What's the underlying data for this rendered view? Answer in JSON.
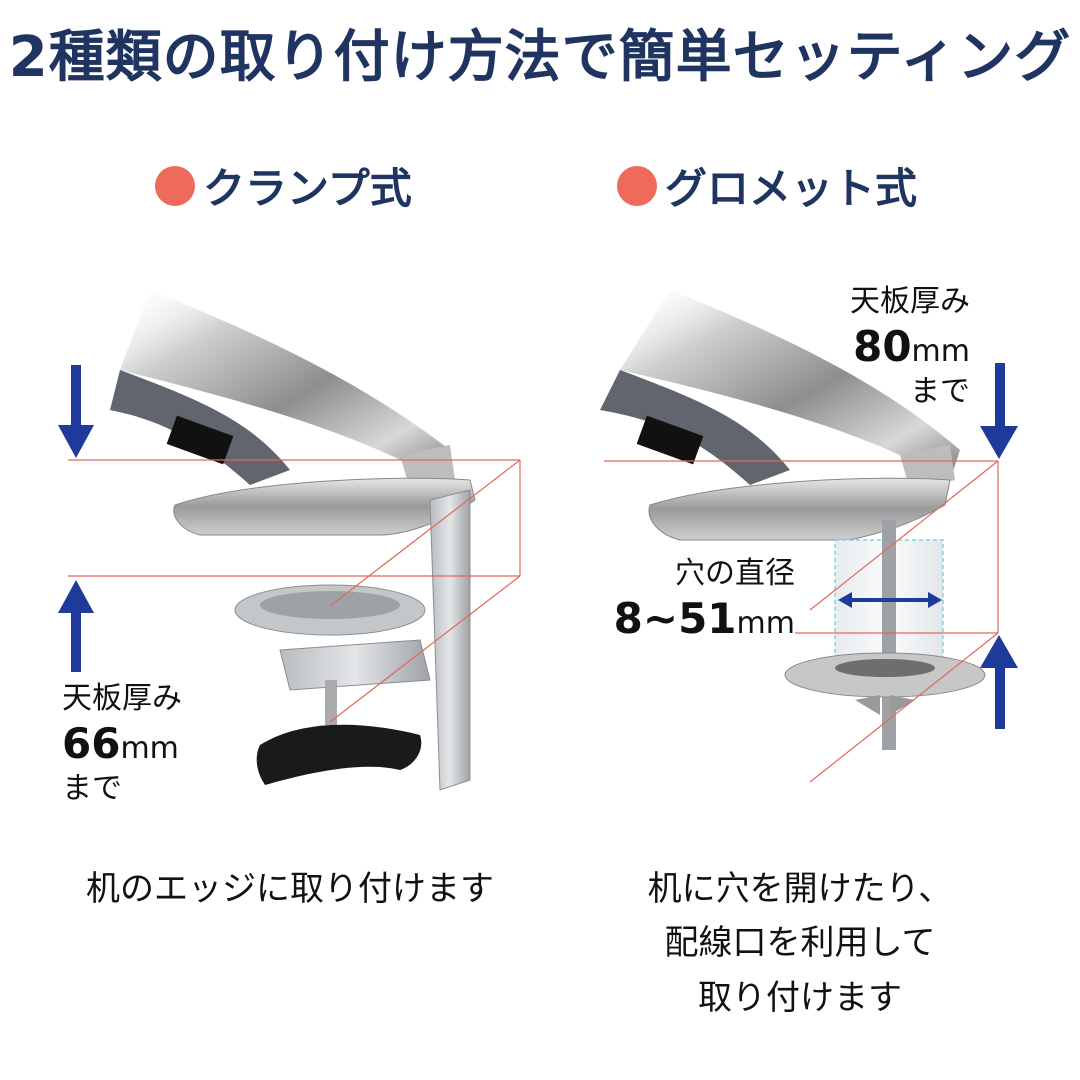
{
  "title": "2種類の取り付け方法で簡単セッティング",
  "colors": {
    "title": "#1f3461",
    "dot": "#ee6a5a",
    "arrow": "#1e3a9a",
    "guide_line": "#e2675a"
  },
  "clamp": {
    "heading": "クランプ式",
    "thickness_label": "天板厚み",
    "thickness_value": "66",
    "thickness_unit": "mm",
    "thickness_suffix": "まで",
    "caption": "机のエッジに取り付けます"
  },
  "grommet": {
    "heading": "グロメット式",
    "thickness_label": "天板厚み",
    "thickness_value": "80",
    "thickness_unit": "mm",
    "thickness_suffix": "まで",
    "hole_label": "穴の直径",
    "hole_value": "8~51",
    "hole_unit": "mm",
    "caption_lines": [
      "机に穴を開けたり、",
      "配線口を利用して",
      "取り付けます"
    ]
  }
}
